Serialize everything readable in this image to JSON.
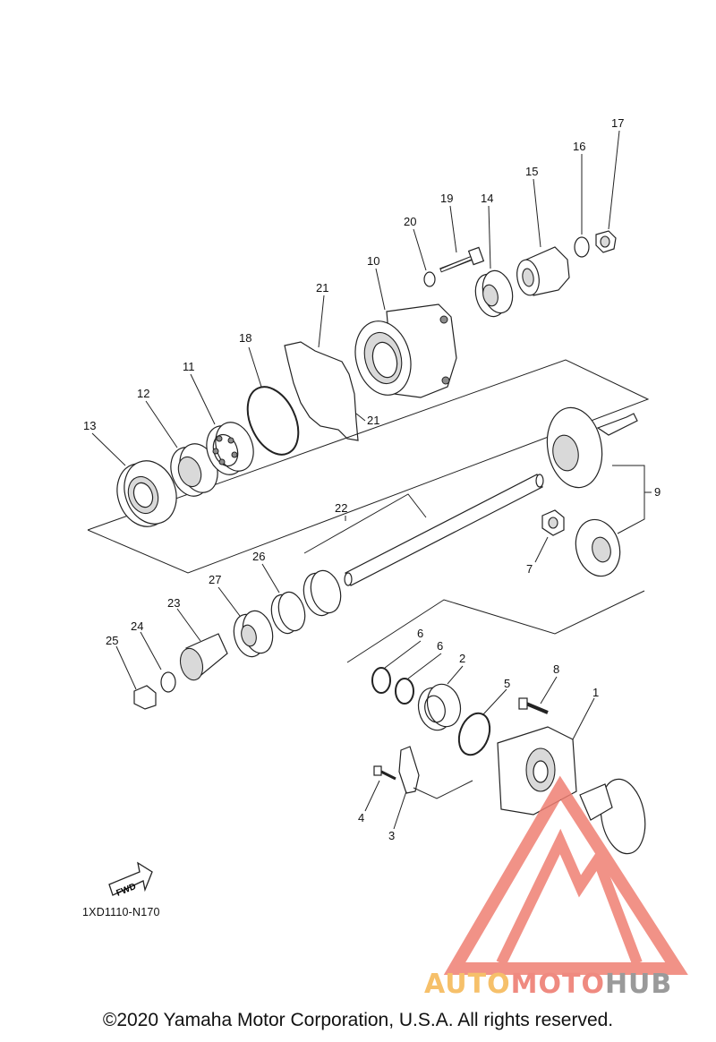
{
  "diagram": {
    "code": "1XD1110-N170",
    "fwd_label": "FWD",
    "copyright": "©2020 Yamaha Motor Corporation, U.S.A. All rights reserved.",
    "part_numbers": {
      "p1": "1",
      "p2": "2",
      "p3": "3",
      "p4": "4",
      "p5": "5",
      "p6a": "6",
      "p6b": "6",
      "p7": "7",
      "p8": "8",
      "p9": "9",
      "p10": "10",
      "p11": "11",
      "p12": "12",
      "p13": "13",
      "p14": "14",
      "p15": "15",
      "p16": "16",
      "p17": "17",
      "p18": "18",
      "p19": "19",
      "p20": "20",
      "p21a": "21",
      "p21b": "21",
      "p22": "22",
      "p23": "23",
      "p24": "24",
      "p25": "25",
      "p26": "26",
      "p27": "27"
    }
  },
  "watermark": {
    "part1": "AUTO",
    "part2": "MOTO",
    "part3": "HUB",
    "colors": {
      "auto": "#f6c06a",
      "moto": "#ef8a80",
      "hub": "#9a9a9a",
      "logo": "#ef7f73"
    }
  }
}
